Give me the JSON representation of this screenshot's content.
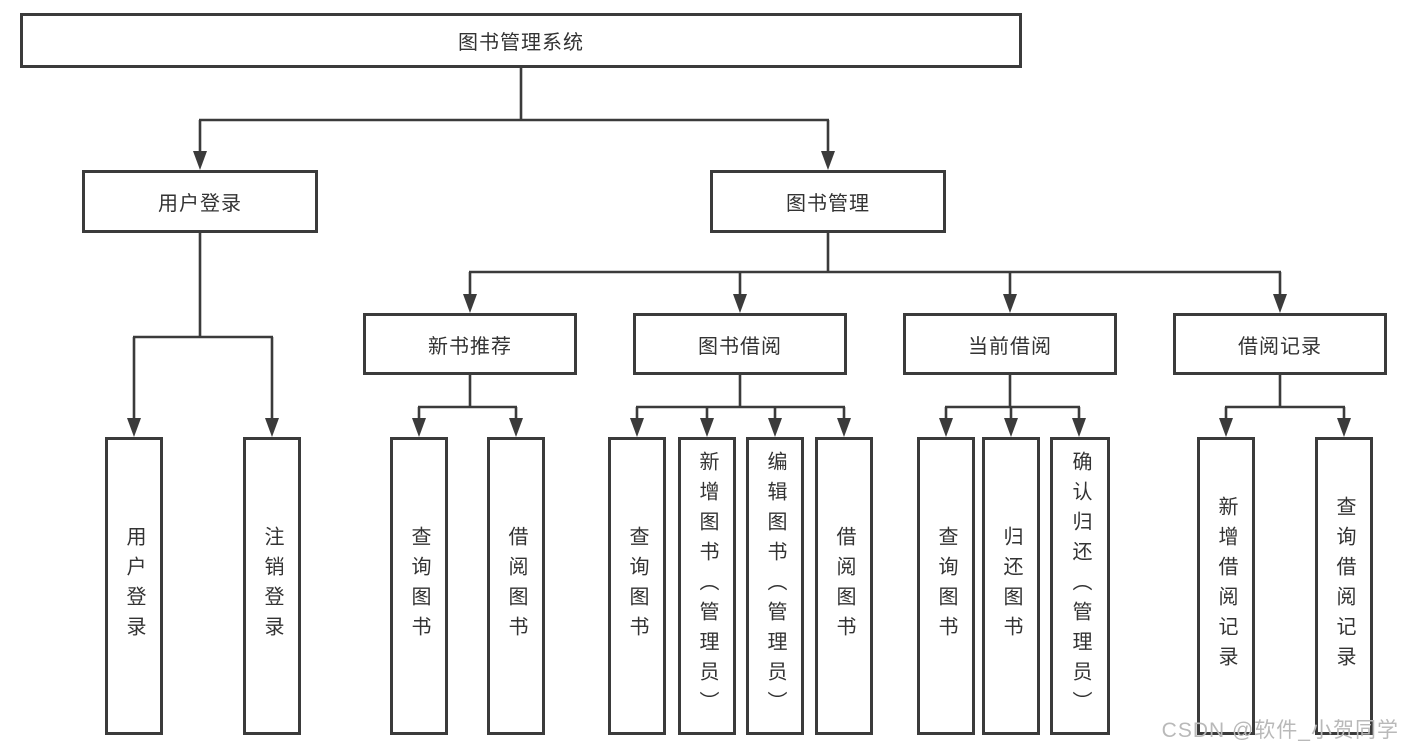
{
  "diagram": {
    "title": "图书管理系统",
    "root": {
      "label": "图书管理系统"
    },
    "level2": [
      {
        "label": "用户登录"
      },
      {
        "label": "图书管理"
      }
    ],
    "level3": [
      {
        "label": "新书推荐"
      },
      {
        "label": "图书借阅"
      },
      {
        "label": "当前借阅"
      },
      {
        "label": "借阅记录"
      }
    ],
    "leaves": {
      "login": [
        "用户登录",
        "注销登录"
      ],
      "newbook": [
        "查询图书",
        "借阅图书"
      ],
      "borrow": [
        "查询图书",
        "新增图书（管理员）",
        "编辑图书（管理员）",
        "借阅图书"
      ],
      "current": [
        "查询图书",
        "归还图书",
        "确认归还（管理员）"
      ],
      "records": [
        "新增借阅记录",
        "查询借阅记录"
      ]
    },
    "watermark": "CSDN @软件_小贺同学",
    "colors": {
      "line": "#3b3b3b",
      "text": "#333333",
      "watermark": "#b9b9b9",
      "background": "#ffffff"
    }
  }
}
